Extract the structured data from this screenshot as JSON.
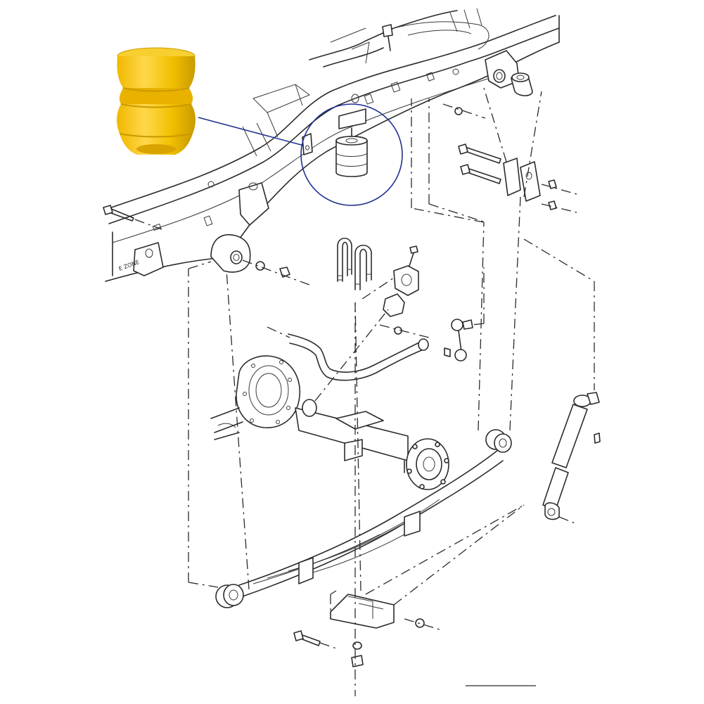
{
  "diagram": {
    "frame_label": "E ZONE",
    "colors": {
      "bumper_yellow": "#F5C400",
      "bumper_shadow": "#C99A00",
      "callout_line": "#1F2F8F",
      "ink": "#2B2B2B"
    },
    "icons": [
      "bump-stop-bumper",
      "frame-rail",
      "leaf-spring",
      "shock-absorber",
      "u-bolt",
      "stabilizer-bar",
      "axle-housing",
      "wheel-hub"
    ]
  }
}
